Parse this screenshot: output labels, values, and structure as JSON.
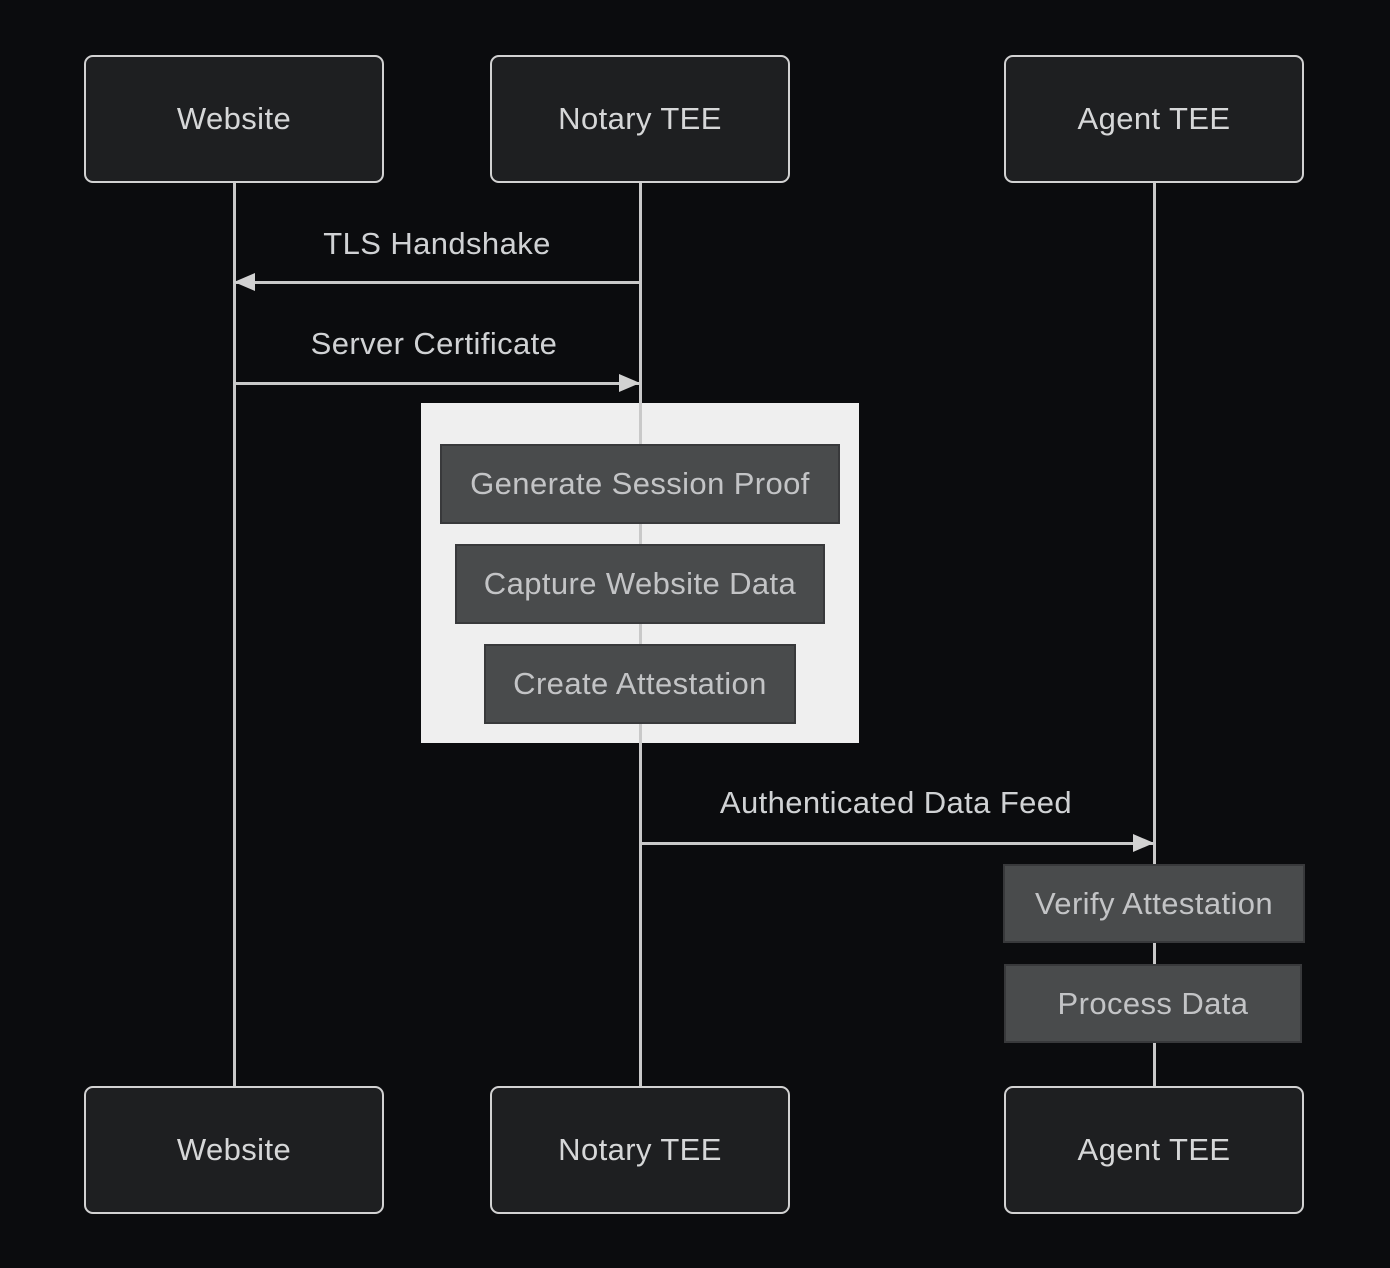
{
  "diagram_type": "sequence",
  "actors": [
    {
      "id": "website",
      "label": "Website"
    },
    {
      "id": "notary-tee",
      "label": "Notary TEE"
    },
    {
      "id": "agent-tee",
      "label": "Agent TEE"
    }
  ],
  "messages": [
    {
      "label": "TLS Handshake",
      "from": "Notary TEE",
      "to": "Website",
      "arrow_direction": "left"
    },
    {
      "label": "Server Certificate",
      "from": "Website",
      "to": "Notary TEE",
      "arrow_direction": "right"
    },
    {
      "label": "Authenticated Data Feed",
      "from": "Notary TEE",
      "to": "Agent TEE",
      "arrow_direction": "right"
    }
  ],
  "notary_tee_actions": [
    "Generate Session Proof",
    "Capture Website Data",
    "Create Attestation"
  ],
  "agent_tee_actions": [
    "Verify Attestation",
    "Process Data"
  ],
  "colors": {
    "background": "#0b0c0e",
    "actor_fill": "#1e1f21",
    "actor_border": "#d2d2d2",
    "actor_text": "#d6d7d8",
    "lifeline": "#c9c9c9",
    "message_text": "#d0d2d4",
    "arrow": "#d2d2d2",
    "activation_fill": "#efefef",
    "action_fill": "#494b4c",
    "action_border": "#38393b",
    "action_text": "#c3c4c6"
  }
}
